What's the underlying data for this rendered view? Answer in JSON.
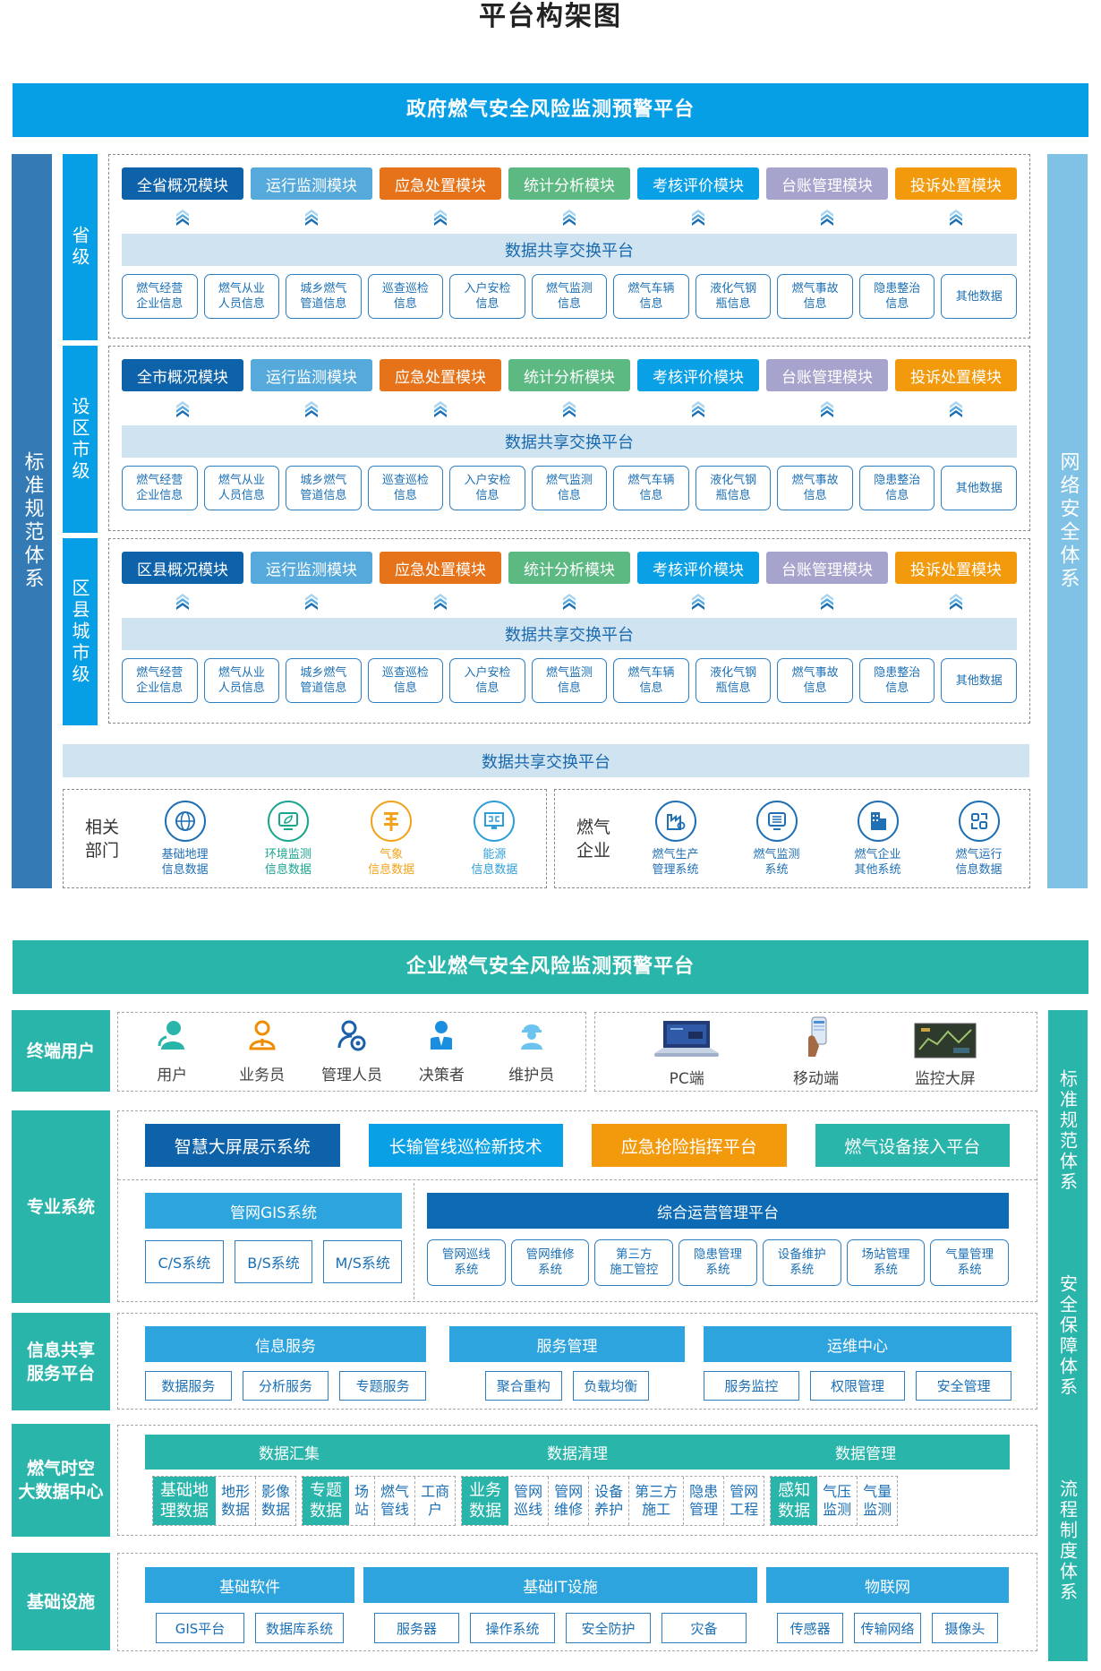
{
  "page_title": "平台构架图",
  "gov": {
    "header": "政府燃气安全风险监测预警平台",
    "left_bar": "标准规范体系",
    "right_bar": "网络安全体系",
    "levels": [
      {
        "label": "省级",
        "modules": [
          "全省概况模块",
          "运行监测模块",
          "应急处置模块",
          "统计分析模块",
          "考核评价模块",
          "台账管理模块",
          "投诉处置模块"
        ],
        "share": "数据共享交换平台",
        "infos": [
          "燃气经营\n企业信息",
          "燃气从业\n人员信息",
          "城乡燃气\n管道信息",
          "巡查巡检\n信息",
          "入户安检\n信息",
          "燃气监测\n信息",
          "燃气车辆\n信息",
          "液化气钢\n瓶信息",
          "燃气事故\n信息",
          "隐患整治\n信息",
          "其他数据"
        ]
      },
      {
        "label": "设区市级",
        "modules": [
          "全市概况模块",
          "运行监测模块",
          "应急处置模块",
          "统计分析模块",
          "考核评价模块",
          "台账管理模块",
          "投诉处置模块"
        ],
        "share": "数据共享交换平台",
        "infos": [
          "燃气经营\n企业信息",
          "燃气从业\n人员信息",
          "城乡燃气\n管道信息",
          "巡查巡检\n信息",
          "入户安检\n信息",
          "燃气监测\n信息",
          "燃气车辆\n信息",
          "液化气钢\n瓶信息",
          "燃气事故\n信息",
          "隐患整治\n信息",
          "其他数据"
        ]
      },
      {
        "label": "区县城市级",
        "modules": [
          "区县概况模块",
          "运行监测模块",
          "应急处置模块",
          "统计分析模块",
          "考核评价模块",
          "台账管理模块",
          "投诉处置模块"
        ],
        "share": "数据共享交换平台",
        "infos": [
          "燃气经营\n企业信息",
          "燃气从业\n人员信息",
          "城乡燃气\n管道信息",
          "巡查巡检\n信息",
          "入户安检\n信息",
          "燃气监测\n信息",
          "燃气车辆\n信息",
          "液化气钢\n瓶信息",
          "燃气事故\n信息",
          "隐患整治\n信息",
          "其他数据"
        ]
      }
    ],
    "module_colors": [
      "#0d62aa",
      "#55aadb",
      "#e6731a",
      "#5db982",
      "#0aa0e6",
      "#a6a4cd",
      "#f39a0c"
    ],
    "bottom_share": "数据共享交换平台",
    "departments": {
      "label": "相关\n部门",
      "items": [
        {
          "icon": "globe-icon",
          "text": "基础地理\n信息数据",
          "color": "#1f6fb5"
        },
        {
          "icon": "monitor-leaf-icon",
          "text": "环境监测\n信息数据",
          "color": "#1aa58f"
        },
        {
          "icon": "weather-tower-icon",
          "text": "气象\n信息数据",
          "color": "#f3a31b"
        },
        {
          "icon": "energy-screen-icon",
          "text": "能源\n信息数据",
          "color": "#2f9fd8"
        }
      ]
    },
    "enterprises": {
      "label": "燃气\n企业",
      "items": [
        {
          "icon": "factory-icon",
          "text": "燃气生产\n管理系统",
          "color": "#1f6fb5"
        },
        {
          "icon": "monitor-list-icon",
          "text": "燃气监测\n系统",
          "color": "#1f6fb5"
        },
        {
          "icon": "building-icon",
          "text": "燃气企业\n其他系统",
          "color": "#1f6fb5"
        },
        {
          "icon": "cycle-data-icon",
          "text": "燃气运行\n信息数据",
          "color": "#1f6fb5"
        }
      ]
    }
  },
  "ent": {
    "header": "企业燃气安全风险监测预警平台",
    "right_bar": [
      "标准规范体系",
      "安全保障体系",
      "流程制度体系"
    ],
    "terminal": {
      "label": "终端用户",
      "users": [
        {
          "icon": "user-icon",
          "label": "用户",
          "color": "#2ab5ab"
        },
        {
          "icon": "salesman-icon",
          "label": "业务员",
          "color": "#f08c00"
        },
        {
          "icon": "admin-gear-icon",
          "label": "管理人员",
          "color": "#1b5faa"
        },
        {
          "icon": "executive-icon",
          "label": "决策者",
          "color": "#1a8fe0"
        },
        {
          "icon": "worker-helmet-icon",
          "label": "维护员",
          "color": "#6cc3ef"
        }
      ],
      "devices": [
        {
          "icon": "pc-icon",
          "label": "PC端"
        },
        {
          "icon": "mobile-icon",
          "label": "移动端"
        },
        {
          "icon": "big-screen-icon",
          "label": "监控大屏"
        }
      ]
    },
    "professional": {
      "label": "专业系统",
      "top": [
        {
          "text": "智慧大屏展示系统",
          "color": "#0d62aa"
        },
        {
          "text": "长输管线巡检新技术",
          "color": "#0aa0e6"
        },
        {
          "text": "应急抢险指挥平台",
          "color": "#f39a0c"
        },
        {
          "text": "燃气设备接入平台",
          "color": "#2ab5ab"
        }
      ],
      "gis": {
        "title": "管网GIS系统",
        "items": [
          "C/S系统",
          "B/S系统",
          "M/S系统"
        ]
      },
      "ops": {
        "title": "综合运营管理平台",
        "items": [
          "管网巡线\n系统",
          "管网维修\n系统",
          "第三方\n施工管控",
          "隐患管理\n系统",
          "设备维护\n系统",
          "场站管理\n系统",
          "气量管理\n系统"
        ]
      }
    },
    "info_share": {
      "label": "信息共享\n服务平台",
      "groups": [
        {
          "title": "信息服务",
          "items": [
            "数据服务",
            "分析服务",
            "专题服务"
          ]
        },
        {
          "title": "服务管理",
          "items": [
            "聚合重构",
            "负载均衡"
          ]
        },
        {
          "title": "运维中心",
          "items": [
            "服务监控",
            "权限管理",
            "安全管理"
          ]
        }
      ]
    },
    "bigdata": {
      "label": "燃气时空\n大数据中心",
      "bar": [
        "数据汇集",
        "数据清理",
        "数据管理"
      ],
      "groups": [
        {
          "head": "基础地\n理数据",
          "cells": [
            "地形\n数据",
            "影像\n数据"
          ]
        },
        {
          "head": "专题\n数据",
          "cells": [
            "场\n站",
            "燃气\n管线",
            "工商\n户"
          ]
        },
        {
          "head": "业务\n数据",
          "cells": [
            "管网\n巡线",
            "管网\n维修",
            "设备\n养护",
            "第三方\n施工",
            "隐患\n管理",
            "管网\n工程"
          ]
        },
        {
          "head": "感知\n数据",
          "cells": [
            "气压\n监测",
            "气量\n监测"
          ]
        }
      ]
    },
    "infra": {
      "label": "基础设施",
      "groups": [
        {
          "title": "基础软件",
          "items": [
            "GIS平台",
            "数据库系统"
          ]
        },
        {
          "title": "基础IT设施",
          "items": [
            "服务器",
            "操作系统",
            "安全防护",
            "灾备"
          ]
        },
        {
          "title": "物联网",
          "items": [
            "传感器",
            "传输网络",
            "摄像头"
          ]
        }
      ]
    }
  }
}
